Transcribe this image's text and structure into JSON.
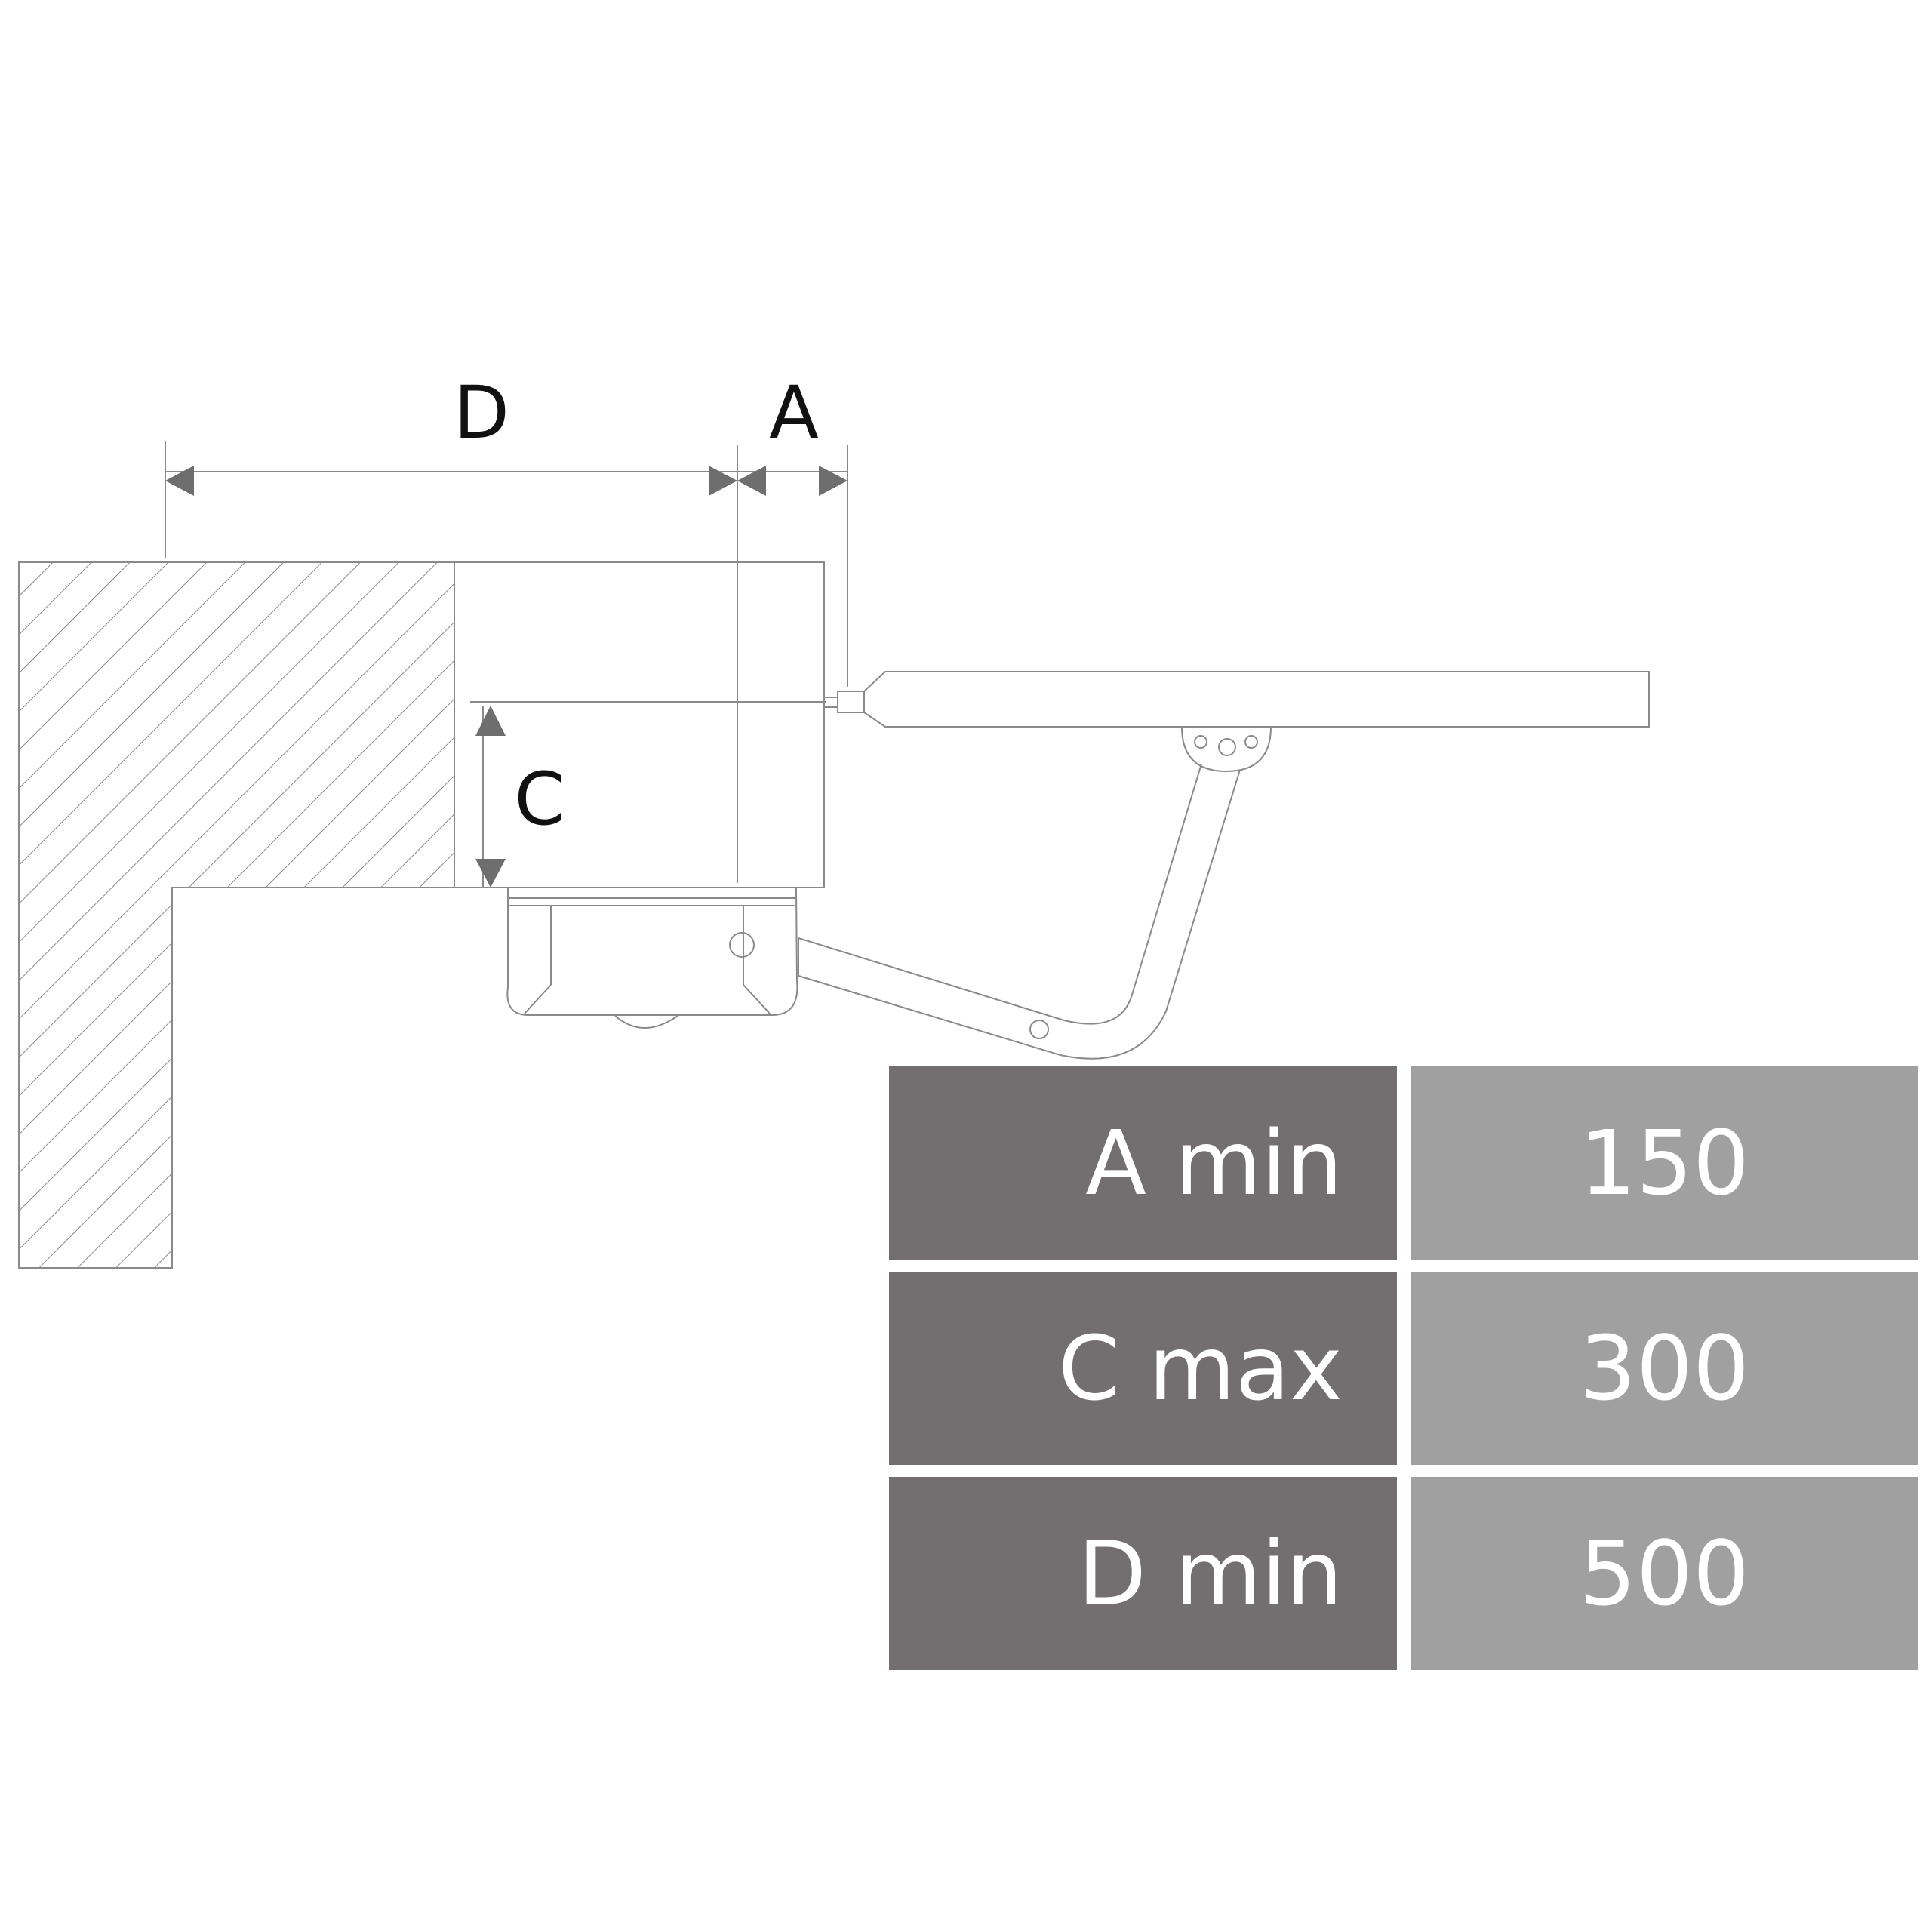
{
  "dimensions": {
    "d_label": "D",
    "a_label": "A",
    "c_label": "C"
  },
  "colors": {
    "line": "#8a8a8a",
    "arrow": "#6e6e6e",
    "label_cell": "#736f70",
    "value_cell": "#a0a0a0",
    "table_text": "#ffffff"
  },
  "table": {
    "rows": [
      {
        "label": "A min",
        "value": "150"
      },
      {
        "label": "C max",
        "value": "300"
      },
      {
        "label": "D min",
        "value": "500"
      }
    ]
  }
}
